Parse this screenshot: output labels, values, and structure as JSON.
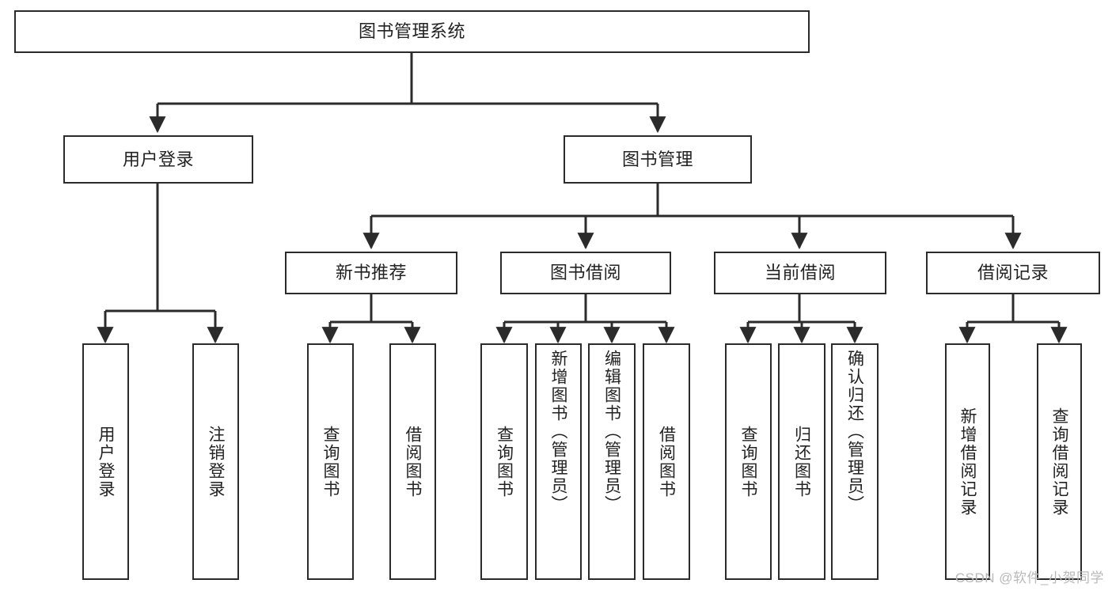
{
  "diagram": {
    "title": "图书管理系统",
    "type": "tree-hierarchy-chart",
    "watermark": "CSDN @软件_小贺同学",
    "colors": {
      "stroke": "#2b2b2b",
      "fill": "#ffffff",
      "text": "#222222",
      "watermark": "#b9b9b9"
    },
    "root": {
      "label": "图书管理系统"
    },
    "level2": [
      {
        "label": "用户登录"
      },
      {
        "label": "图书管理"
      }
    ],
    "level3": [
      {
        "label": "新书推荐"
      },
      {
        "label": "图书借阅"
      },
      {
        "label": "当前借阅"
      },
      {
        "label": "借阅记录"
      }
    ],
    "leaves": {
      "user_login": [
        {
          "label": "用户登录"
        },
        {
          "label": "注销登录"
        }
      ],
      "new_book_recommend": [
        {
          "label": "查询图书"
        },
        {
          "label": "借阅图书"
        }
      ],
      "book_borrow": [
        {
          "label": "查询图书"
        },
        {
          "label": "新增图书（管理员）"
        },
        {
          "label": "编辑图书（管理员）"
        },
        {
          "label": "借阅图书"
        }
      ],
      "current_borrow": [
        {
          "label": "查询图书"
        },
        {
          "label": "归还图书"
        },
        {
          "label": "确认归还（管理员）"
        }
      ],
      "borrow_records": [
        {
          "label": "新增借阅记录"
        },
        {
          "label": "查询借阅记录"
        }
      ]
    }
  }
}
